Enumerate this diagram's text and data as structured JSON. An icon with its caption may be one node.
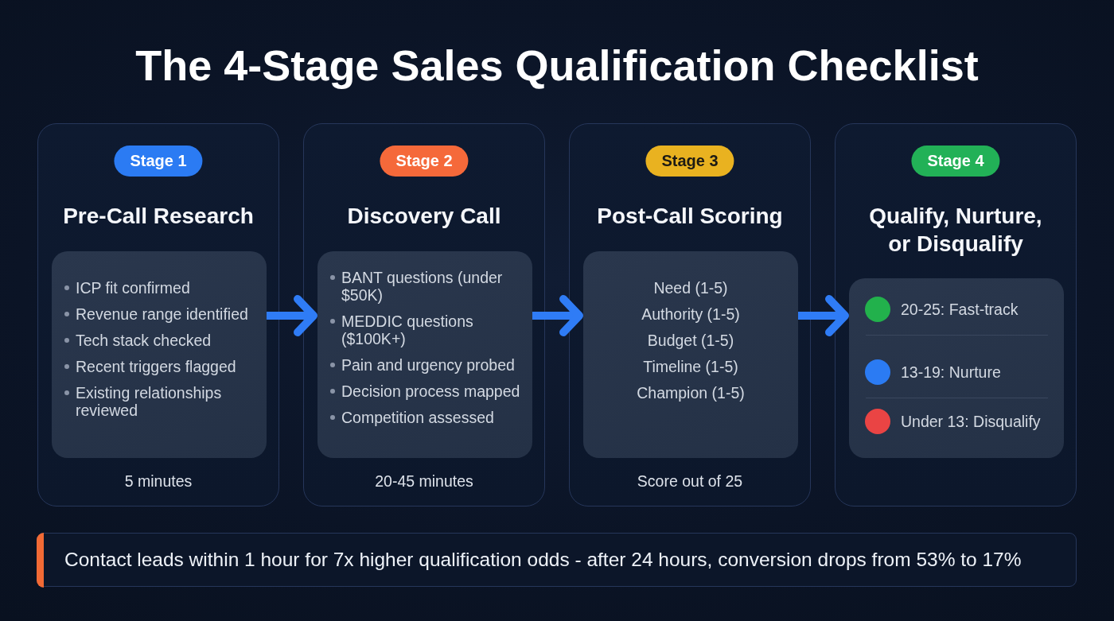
{
  "diagram": {
    "title": "The 4-Stage Sales Qualification Checklist",
    "nodes": [
      {
        "text": [
          "Pre-Call Research",
          "5 minutes"
        ]
      },
      {
        "text": [
          "Stage 1"
        ],
        "in": 0
      },
      {
        "text": [
          "ICP fit confirmed",
          "Revenue range identified",
          "Tech stack checked",
          "Recent triggers flagged",
          "Existing relationships reviewed"
        ],
        "in": 0
      },
      {
        "text": [
          "Discovery Call",
          "20-45 minutes"
        ]
      },
      {
        "text": [
          "Stage 2"
        ],
        "in": 3
      },
      {
        "text": [
          "BANT questions (under $50K)",
          "MEDDIC questions ($100K+)",
          "Pain and urgency probed",
          "Decision process mapped",
          "Competition assessed"
        ],
        "in": 3
      },
      {
        "text": [
          "Post-Call Scoring",
          "Score out of 25"
        ]
      },
      {
        "text": [
          "Stage 3"
        ],
        "in": 6
      },
      {
        "text": [
          "Need (1-5)",
          "Authority (1-5)",
          "Budget (1-5)",
          "Timeline (1-5)",
          "Champion (1-5)"
        ],
        "in": 6
      },
      {
        "text": [
          "Qualify, Nurture, or Disqualify"
        ]
      },
      {
        "text": [
          "Stage 4"
        ],
        "in": 9
      },
      {
        "text": [
          "20-25: Fast-track",
          "13-19: Nurture",
          "Under 13: Disqualify"
        ],
        "in": 9
      },
      {
        "text": [
          "Contact leads within 1 hour for 7x higher qualification odds - after 24 hours, conversion drops from 53% to 17%"
        ]
      }
    ],
    "edges": [
      {
        "from": 2,
        "to": 5,
        "arrow": "to"
      },
      {
        "from": 5,
        "to": 8,
        "arrow": "to"
      },
      {
        "from": 8,
        "to": 11,
        "arrow": "to"
      }
    ]
  }
}
